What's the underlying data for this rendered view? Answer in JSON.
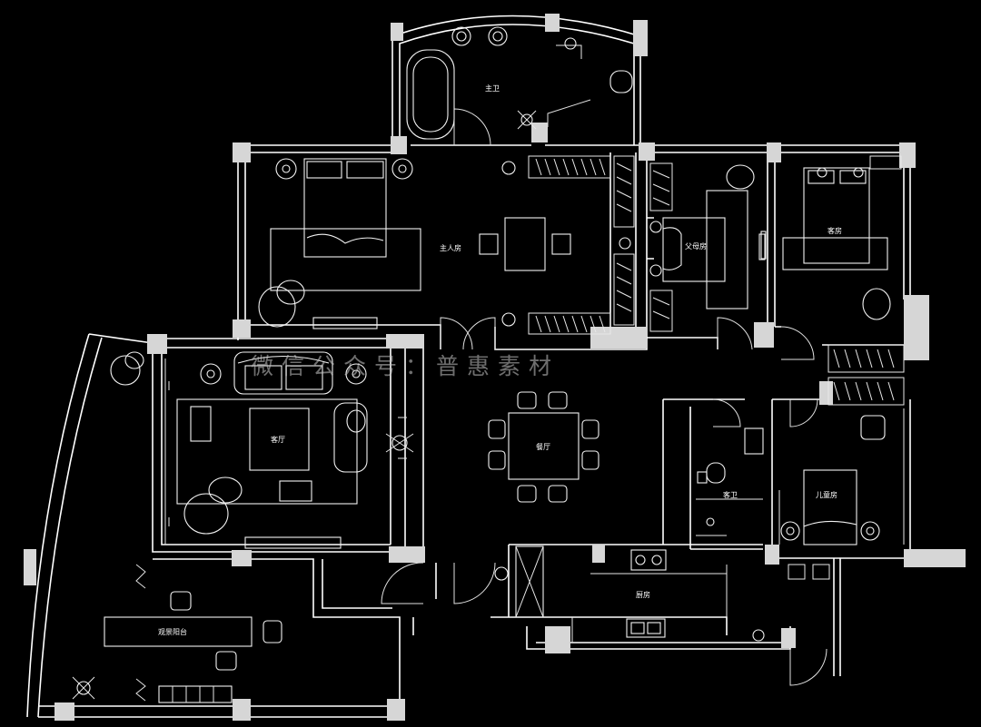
{
  "rooms": {
    "master_bath": "主卫",
    "master_bedroom": "主人房",
    "parents_room": "父母房",
    "guest_room": "客房",
    "living_room": "客厅",
    "dining_room": "餐厅",
    "guest_bath": "客卫",
    "kids_room": "儿童房",
    "kitchen": "厨房",
    "view_balcony": "观景阳台"
  },
  "watermark": "微信公众号：普惠素材"
}
